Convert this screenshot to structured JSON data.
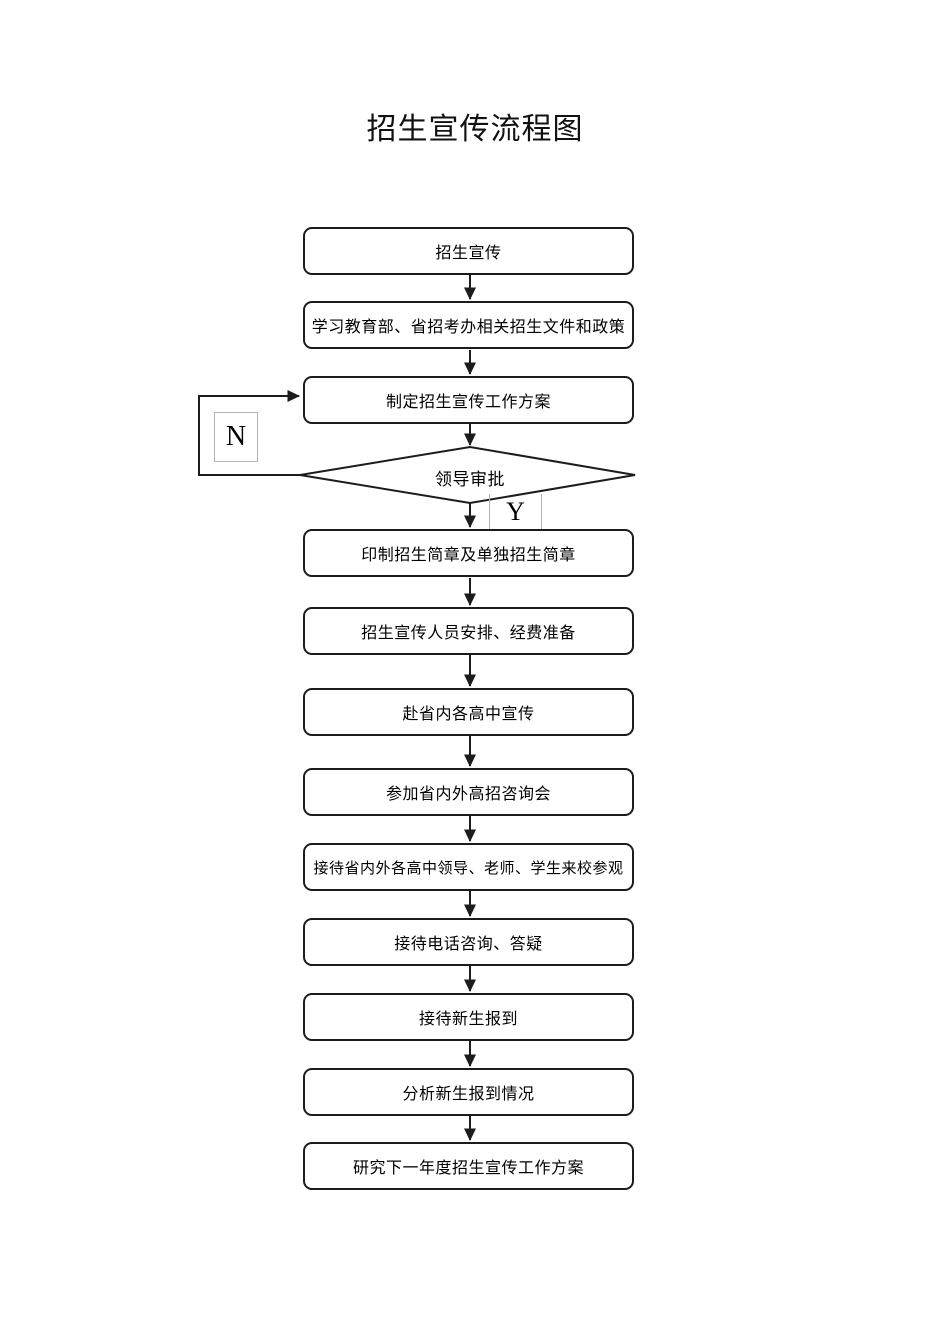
{
  "page": {
    "title": "招生宣传流程图"
  },
  "flowchart": {
    "steps": [
      {
        "id": "start",
        "label": "招生宣传"
      },
      {
        "id": "study-policies",
        "label": "学习教育部、省招考办相关招生文件和政策"
      },
      {
        "id": "draft-plan",
        "label": "制定招生宣传工作方案"
      },
      {
        "id": "print-brochures",
        "label": "印制招生简章及单独招生简章"
      },
      {
        "id": "staffing-budget",
        "label": "招生宣传人员安排、经费准备"
      },
      {
        "id": "visit-schools",
        "label": "赴省内各高中宣传"
      },
      {
        "id": "join-fairs",
        "label": "参加省内外高招咨询会"
      },
      {
        "id": "host-campus-visits",
        "label": "接待省内外各高中领导、老师、学生来校参观"
      },
      {
        "id": "phone-consulting",
        "label": "接待电话咨询、答疑"
      },
      {
        "id": "freshman-registration",
        "label": "接待新生报到"
      },
      {
        "id": "analyze-registration",
        "label": "分析新生报到情况"
      },
      {
        "id": "next-year-plan",
        "label": "研究下一年度招生宣传工作方案"
      }
    ],
    "decision": {
      "label": "领导审批",
      "yes_label": "Y",
      "no_label": "N"
    },
    "colors": {
      "line": "#1c1c1c",
      "box_border": "#1c1c1c",
      "light_frame": "#b4b4b4",
      "text": "#000000",
      "background": "#ffffff"
    }
  }
}
